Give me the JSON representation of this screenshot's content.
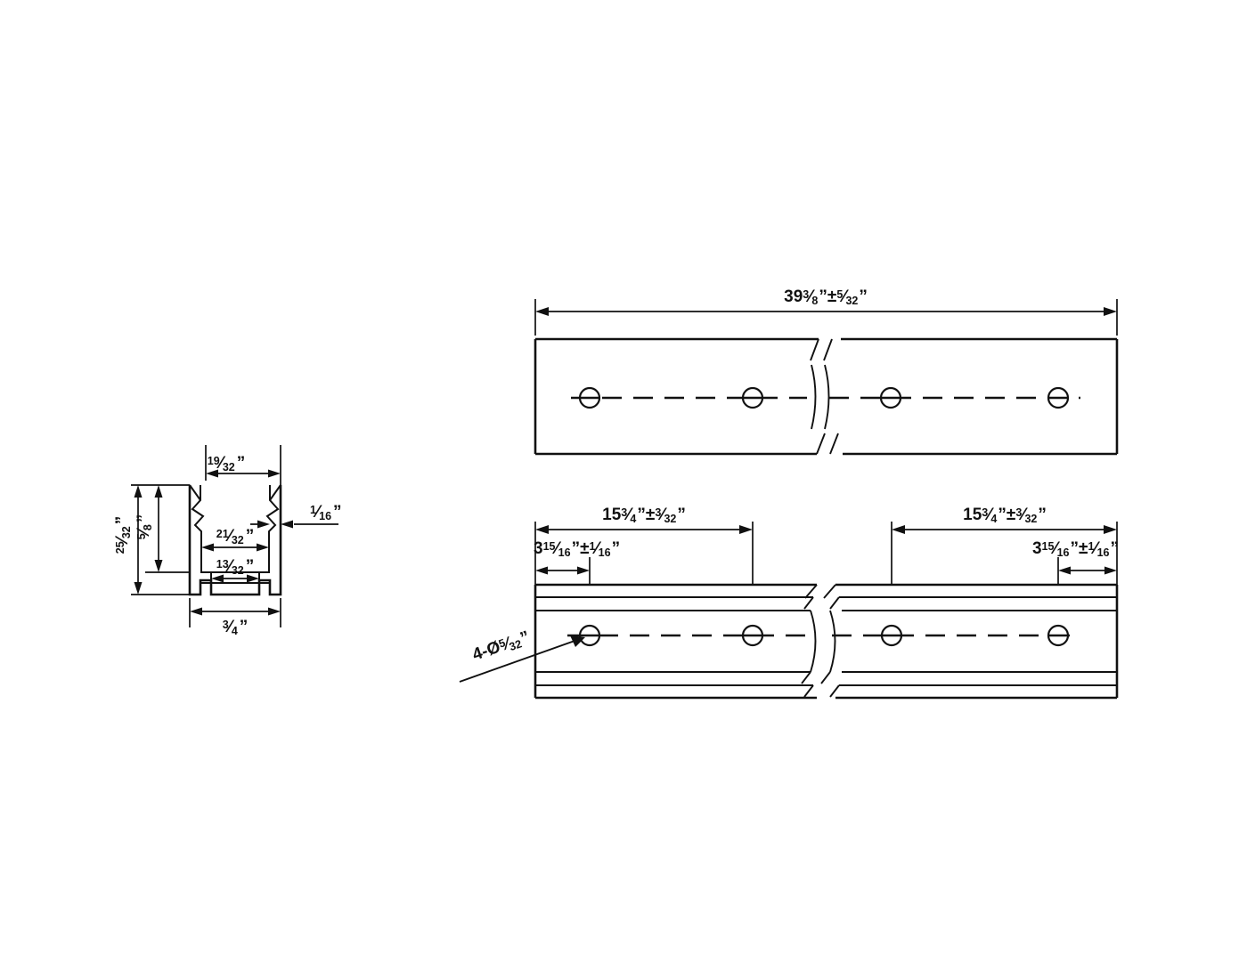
{
  "drawing": {
    "title": "Aluminum LED channel extrusion — profile section, plan view and elevation",
    "units": "inches",
    "line_color": "#111111",
    "background_color": "#ffffff"
  },
  "profile_section": {
    "name": "cross-section-profile",
    "dimensions": {
      "inner_top_opening": {
        "whole": "",
        "num": "19",
        "den": "32",
        "suffix": "”",
        "label": "19/32”"
      },
      "wall_thickness": {
        "whole": "",
        "num": "1",
        "den": "16",
        "suffix": "”",
        "label": "1/16”"
      },
      "overall_height": {
        "whole": "",
        "num": "25",
        "den": "32",
        "suffix": "”",
        "label": "25/32”"
      },
      "inner_height": {
        "whole": "",
        "num": "5",
        "den": "8",
        "suffix": "”",
        "label": "5/8”"
      },
      "inner_width": {
        "whole": "",
        "num": "21",
        "den": "32",
        "suffix": "”",
        "label": "21/32”"
      },
      "base_channel_width": {
        "whole": "",
        "num": "13",
        "den": "32",
        "suffix": "”",
        "label": "13/32”"
      },
      "overall_width": {
        "whole": "",
        "num": "3",
        "den": "4",
        "suffix": "”",
        "label": "3/4”"
      }
    }
  },
  "plan_view": {
    "name": "plan-view",
    "overall_length": {
      "whole": "39",
      "num": "3",
      "den": "8",
      "suffix": "”",
      "tol_sign": "±",
      "tol_num": "5",
      "tol_den": "32",
      "tol_suffix": "”",
      "label": "39 3/8” ± 5/32”"
    },
    "hole_count": 4,
    "break_symbol": true
  },
  "elevation_view": {
    "name": "elevation-view",
    "dimensions": {
      "left_span": {
        "whole": "15",
        "num": "3",
        "den": "4",
        "suffix": "”",
        "tol_sign": "±",
        "tol_num": "3",
        "tol_den": "32",
        "tol_suffix": "”",
        "label": "15 3/4” ± 3/32”"
      },
      "left_edge_to_hole": {
        "whole": "3",
        "num": "15",
        "den": "16",
        "suffix": "”",
        "tol_sign": "±",
        "tol_num": "1",
        "tol_den": "16",
        "tol_suffix": "”",
        "label": "3 15/16” ± 1/16”"
      },
      "right_span": {
        "whole": "15",
        "num": "3",
        "den": "4",
        "suffix": "”",
        "tol_sign": "±",
        "tol_num": "3",
        "tol_den": "32",
        "tol_suffix": "”",
        "label": "15 3/4” ± 3/32”"
      },
      "right_edge_to_hole": {
        "whole": "3",
        "num": "15",
        "den": "16",
        "suffix": "”",
        "tol_sign": "±",
        "tol_num": "1",
        "tol_den": "16",
        "tol_suffix": "”",
        "label": "3 15/16” ± 1/16”"
      }
    },
    "hole_callout": {
      "prefix": "4-Ø",
      "num": "5",
      "den": "32",
      "suffix": "”",
      "label": "4-Ø5/32”"
    },
    "hole_count": 4,
    "break_symbol": true
  }
}
